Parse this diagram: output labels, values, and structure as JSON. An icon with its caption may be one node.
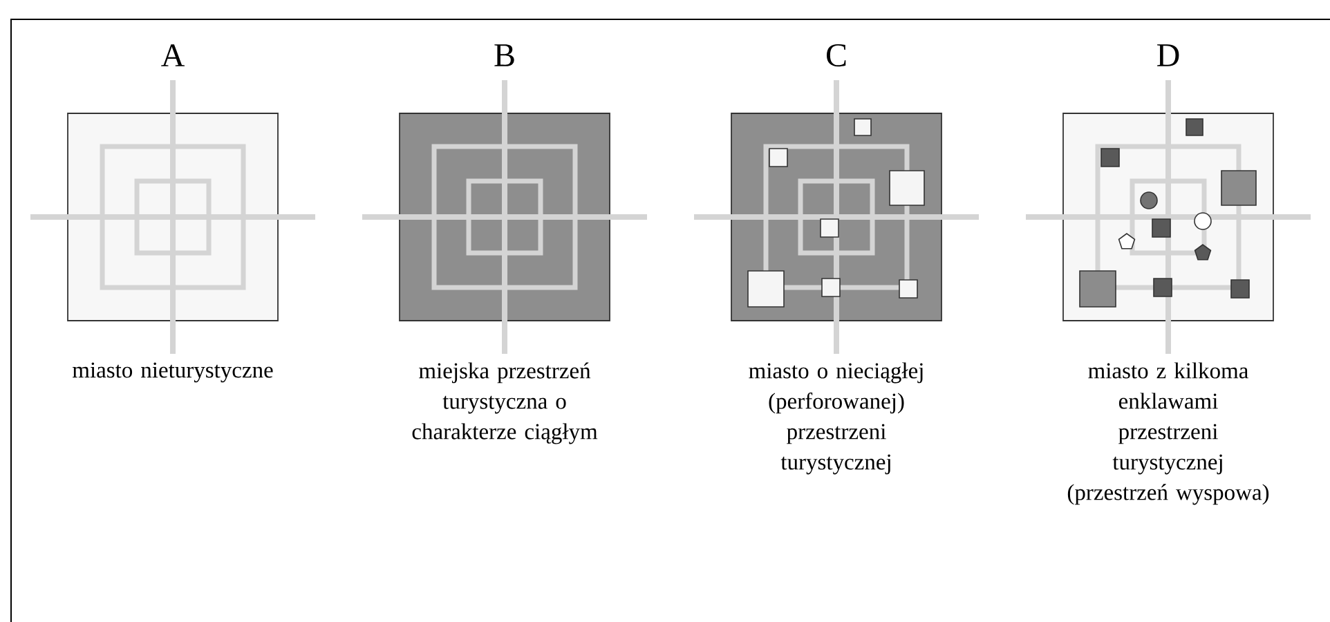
{
  "diagram": {
    "labels": [
      "A",
      "B",
      "C",
      "D",
      "miasto nieturystyczne",
      "miejska przestrzeń turystyczna o charakterze ciągłym",
      "miasto o nieciągłej (perforowanej) przestrzeni turystycznej",
      "miasto z kilkoma enklawami przestrzeni turystycznej (przestrzeń wyspowa)"
    ]
  }
}
